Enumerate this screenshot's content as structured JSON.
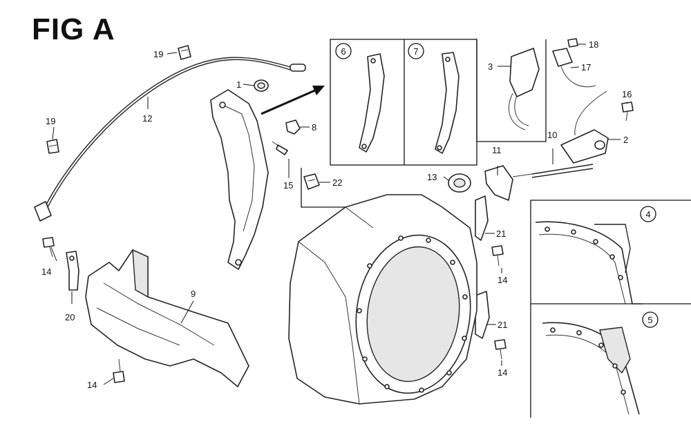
{
  "title": "FIG A",
  "callouts": {
    "c1": "1",
    "c2": "2",
    "c3": "3",
    "c8": "8",
    "c9": "9",
    "c10": "10",
    "c11": "11",
    "c12": "12",
    "c13": "13",
    "c14a": "14",
    "c14b": "14",
    "c14c": "14",
    "c14d": "14",
    "c15": "15",
    "c16": "16",
    "c17": "17",
    "c18": "18",
    "c19a": "19",
    "c19b": "19",
    "c20": "20",
    "c21a": "21",
    "c21b": "21",
    "c22": "22"
  },
  "circled": {
    "c4": "4",
    "c5": "5",
    "c6": "6",
    "c7": "7"
  }
}
